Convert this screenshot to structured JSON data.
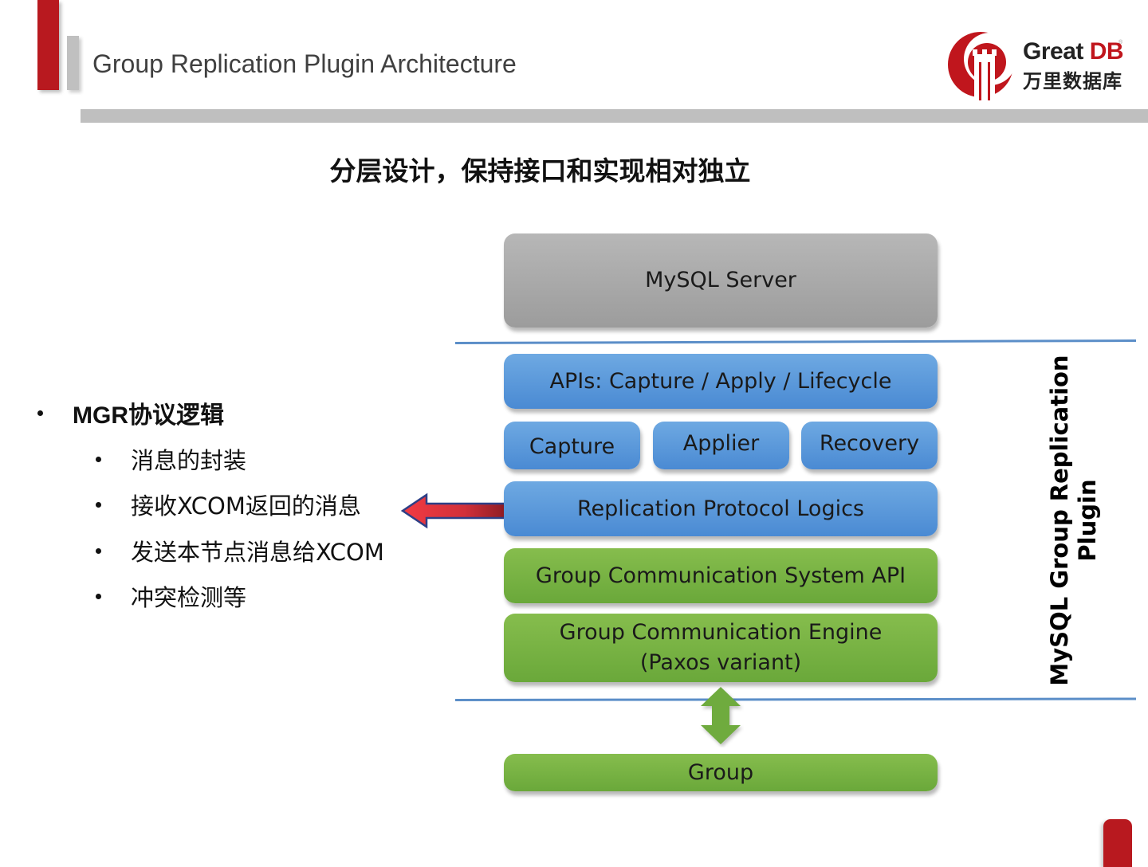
{
  "header": {
    "title": "Group Replication Plugin Architecture",
    "logo": {
      "brand_prefix": "Great",
      "brand_suffix": "DB",
      "registered_mark": "®",
      "chinese_name": "万里数据库",
      "icon": "castle-crescent-logo-icon"
    },
    "colors": {
      "brand_red": "#b8191f",
      "accent_gray": "#bfbfbf"
    }
  },
  "subtitle": "分层设计，保持接口和实现相对独立",
  "bullets": {
    "heading": "MGR协议逻辑",
    "items": [
      "消息的封装",
      "接收XCOM返回的消息",
      "发送本节点消息给XCOM",
      "冲突检测等"
    ]
  },
  "diagram": {
    "server": "MySQL Server",
    "apis": "APIs: Capture / Apply / Lifecycle",
    "modules": [
      "Capture",
      "Applier",
      "Recovery"
    ],
    "protocol": "Replication Protocol Logics",
    "gcs_api": "Group Communication System API",
    "gce_line1": "Group Communication Engine",
    "gce_line2": "(Paxos variant)",
    "group": "Group",
    "side_label_line1": "MySQL Group Replication",
    "side_label_line2": "Plugin",
    "colors": {
      "server": "#a8a8a8",
      "plugin_blue": "#5b9ad9",
      "gcs_green": "#77b243",
      "separator": "#5b8ec8",
      "pointer_arrow": "#e0323a"
    }
  }
}
